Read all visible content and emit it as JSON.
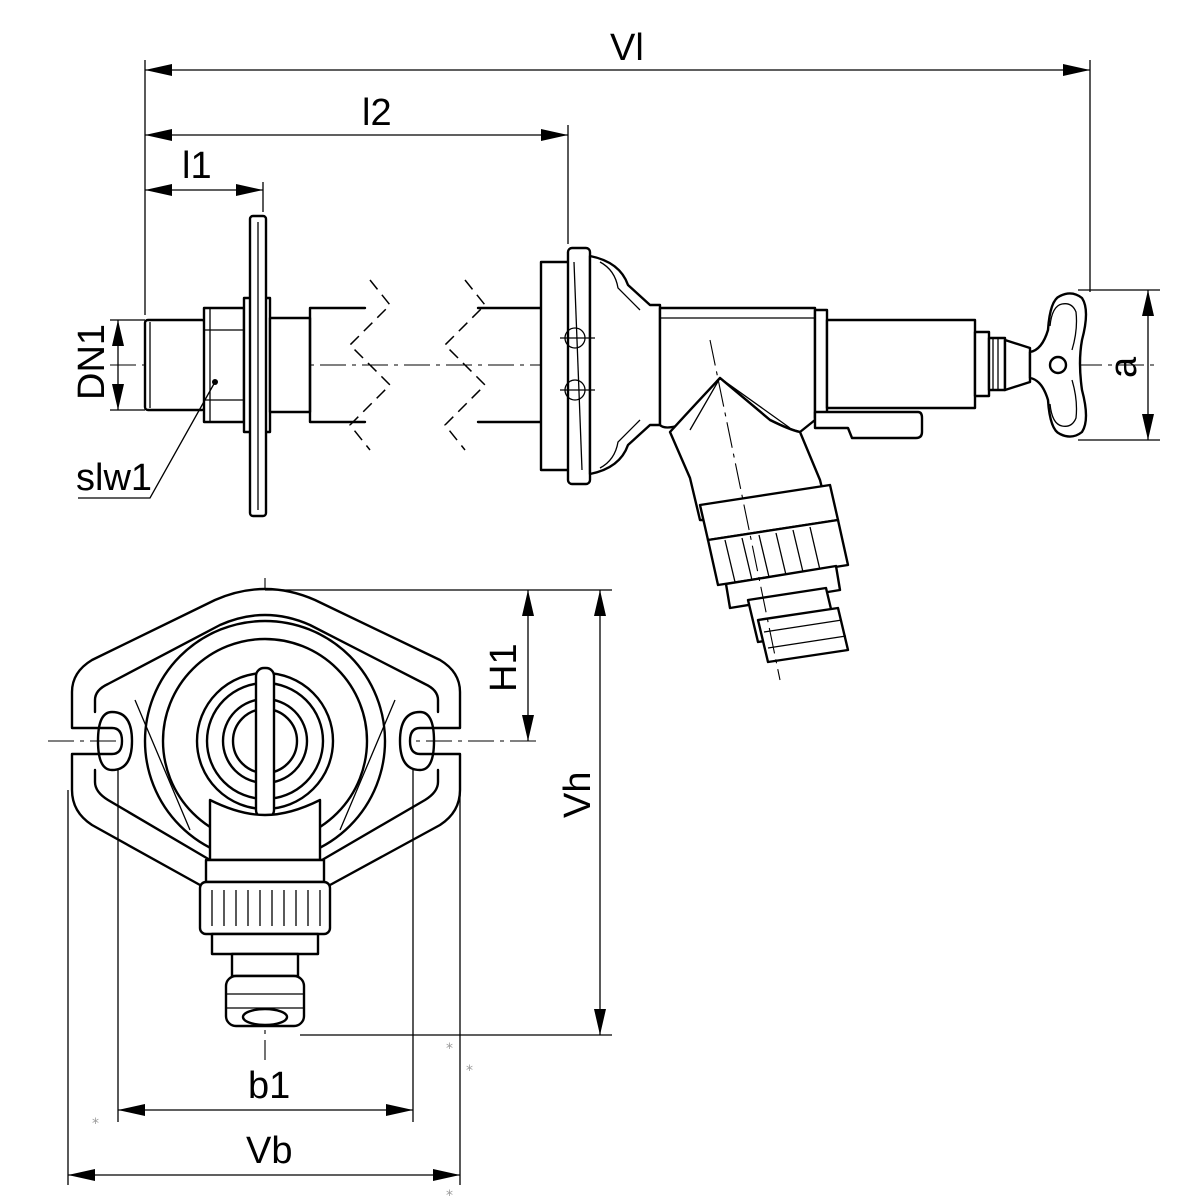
{
  "labels": {
    "vl": "Vl",
    "l2": "l2",
    "l1": "l1",
    "dn1": "DN1",
    "slw1": "slw1",
    "a": "a",
    "h1": "H1",
    "vh": "Vh",
    "b1": "b1",
    "vb": "Vb"
  },
  "colors": {
    "line": "#000000",
    "background": "#ffffff",
    "marker": "#9a9a9a"
  }
}
